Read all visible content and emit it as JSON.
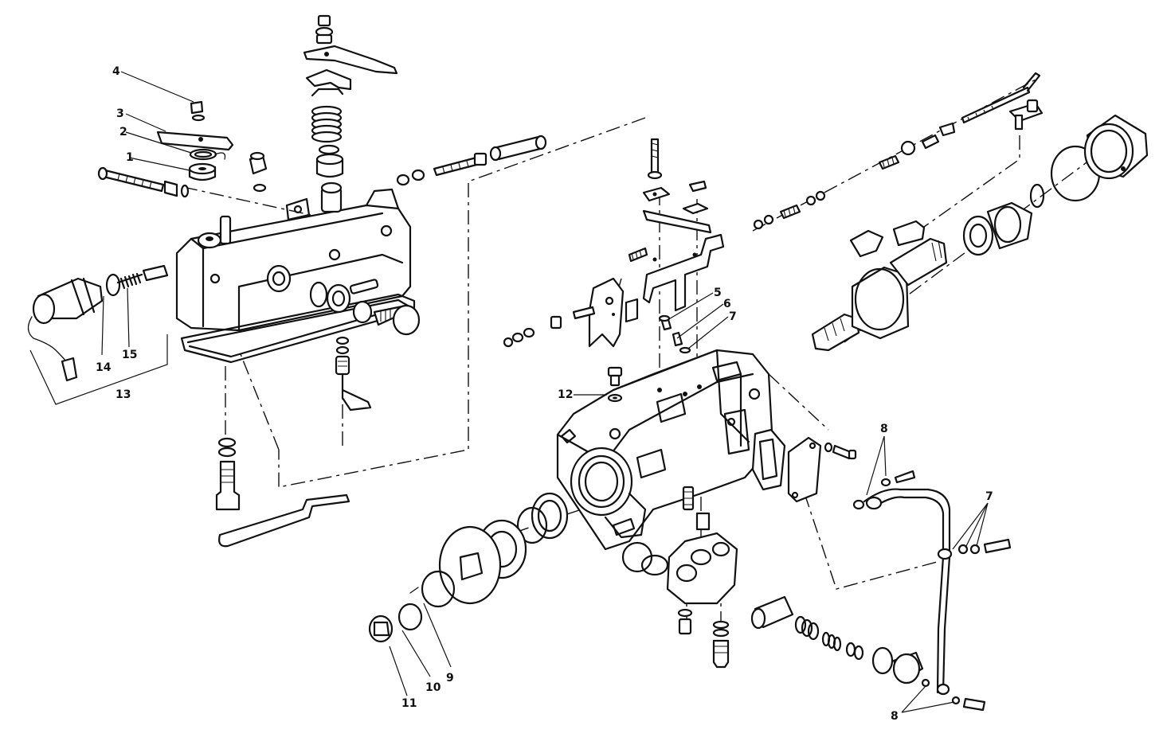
{
  "diagram": {
    "callouts": [
      {
        "id": "c1",
        "label": "1"
      },
      {
        "id": "c2",
        "label": "2"
      },
      {
        "id": "c3",
        "label": "3"
      },
      {
        "id": "c4",
        "label": "4"
      },
      {
        "id": "c5",
        "label": "5"
      },
      {
        "id": "c6",
        "label": "6"
      },
      {
        "id": "c7a",
        "label": "7"
      },
      {
        "id": "c7b",
        "label": "7"
      },
      {
        "id": "c8a",
        "label": "8"
      },
      {
        "id": "c8b",
        "label": "8"
      },
      {
        "id": "c9",
        "label": "9"
      },
      {
        "id": "c10",
        "label": "10"
      },
      {
        "id": "c11",
        "label": "11"
      },
      {
        "id": "c12",
        "label": "12"
      },
      {
        "id": "c13",
        "label": "13"
      },
      {
        "id": "c14",
        "label": "14"
      },
      {
        "id": "c15",
        "label": "15"
      }
    ],
    "ink_color": "#111111",
    "background_color": "#ffffff"
  }
}
